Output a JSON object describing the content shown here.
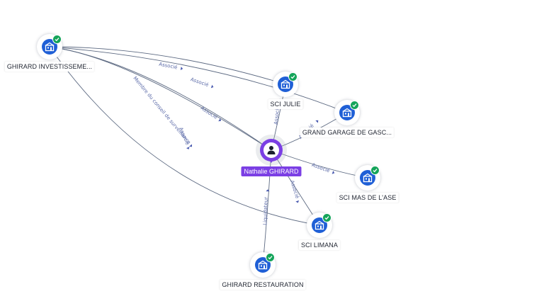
{
  "person": {
    "label": "Nathalie GHIRARD",
    "icon": "person-icon",
    "color": "#7b3fe4"
  },
  "companies": [
    {
      "id": "ghirard-investissements",
      "label": "GHIRARD INVESTISSEME...",
      "icon": "building-icon",
      "verified": true
    },
    {
      "id": "sci-julie",
      "label": "SCI JULIE",
      "icon": "building-icon",
      "verified": true
    },
    {
      "id": "grand-garage",
      "label": "GRAND GARAGE DE GASC...",
      "icon": "building-icon",
      "verified": true
    },
    {
      "id": "sci-mas-de-lase",
      "label": "SCI MAS DE L'ASE",
      "icon": "building-icon",
      "verified": true
    },
    {
      "id": "sci-limana",
      "label": "SCI LIMANA",
      "icon": "building-icon",
      "verified": true
    },
    {
      "id": "ghirard-restauration",
      "label": "GHIRARD RESTAURATION",
      "icon": "building-icon",
      "verified": true
    }
  ],
  "relations": [
    {
      "from": "ghirard-investissements",
      "to": "sci-julie",
      "label": "Associé"
    },
    {
      "from": "ghirard-investissements",
      "to": "grand-garage",
      "label": "Associé"
    },
    {
      "from": "person",
      "to": "ghirard-investissements",
      "label": "Associé"
    },
    {
      "from": "person",
      "to": "ghirard-investissements",
      "label": "Membre du conseil de surveillance"
    },
    {
      "from": "ghirard-investissements",
      "to": "sci-limana",
      "label": "Associé"
    },
    {
      "from": "person",
      "to": "sci-julie",
      "label": "Associé"
    },
    {
      "from": "person",
      "to": "grand-garage",
      "label": "Associé"
    },
    {
      "from": "person",
      "to": "sci-mas-de-lase",
      "label": "Associé"
    },
    {
      "from": "person",
      "to": "sci-limana",
      "label": "Associé"
    },
    {
      "from": "person",
      "to": "ghirard-restauration",
      "label": "Liquidateur"
    }
  ],
  "colors": {
    "node": "#1f5fd6",
    "verified": "#14a45a",
    "edge": "#5d6a82",
    "edge_label": "#5b6aa8"
  }
}
